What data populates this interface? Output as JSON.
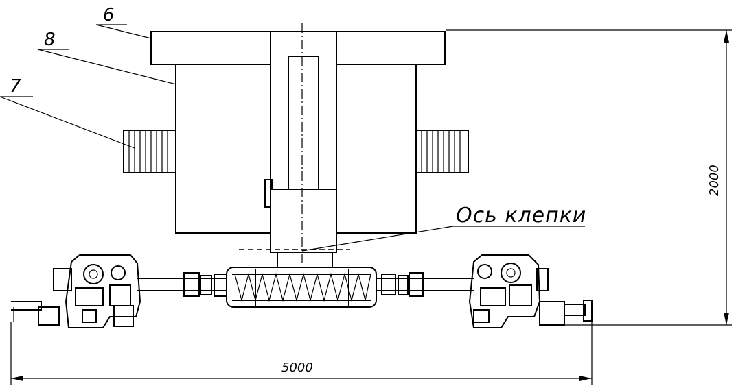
{
  "drawing": {
    "labels": {
      "part_6": "6",
      "part_8": "8",
      "part_7": "7",
      "axis_label": "Ось клепки"
    },
    "dimensions": {
      "height": "2000",
      "width": "5000"
    }
  }
}
